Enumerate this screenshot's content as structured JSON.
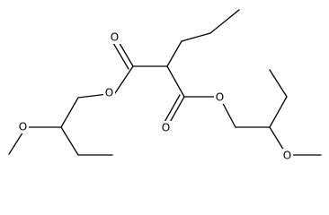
{
  "molecule": {
    "atoms": {
      "o_ester_left": "O",
      "o_carbonyl_top": "O",
      "o_ester_right": "O",
      "o_carbonyl_bottom": "O",
      "o_methoxy_left": "O",
      "o_methoxy_right": "O"
    },
    "colors": {
      "bond": "#000000",
      "background": "#ffffff"
    }
  }
}
